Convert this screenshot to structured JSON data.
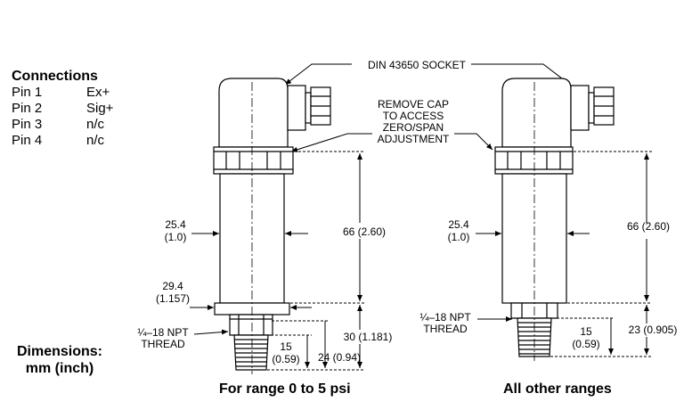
{
  "connections": {
    "title": "Connections",
    "pins": [
      {
        "pin": "Pin 1",
        "signal": "Ex+"
      },
      {
        "pin": "Pin 2",
        "signal": "Sig+"
      },
      {
        "pin": "Pin 3",
        "signal": "n/c"
      },
      {
        "pin": "Pin 4",
        "signal": "n/c"
      }
    ]
  },
  "units": {
    "line1": "Dimensions:",
    "line2": "mm (inch)"
  },
  "callouts": {
    "socket": "DIN 43650 SOCKET",
    "cap": [
      "REMOVE CAP",
      "TO ACCESS",
      "ZERO/SPAN",
      "ADJUSTMENT"
    ]
  },
  "left_unit": {
    "caption": "For range 0 to 5 psi",
    "body_dia": [
      "25.4",
      "(1.0)"
    ],
    "base_dia": [
      "29.4",
      "(1.157)"
    ],
    "thread": [
      "¼–18 NPT",
      "THREAD"
    ],
    "body_len": "66 (2.60)",
    "lower_len": "30 (1.181)",
    "thread_len": [
      "15",
      "(0.59)"
    ],
    "fitting_len": "24 (0.94)"
  },
  "right_unit": {
    "caption": "All other ranges",
    "body_dia": [
      "25.4",
      "(1.0)"
    ],
    "thread": [
      "¼–18 NPT",
      "THREAD"
    ],
    "body_len": "66 (2.60)",
    "lower_len": "23 (0.905)",
    "thread_len": [
      "15",
      "(0.59)"
    ]
  }
}
